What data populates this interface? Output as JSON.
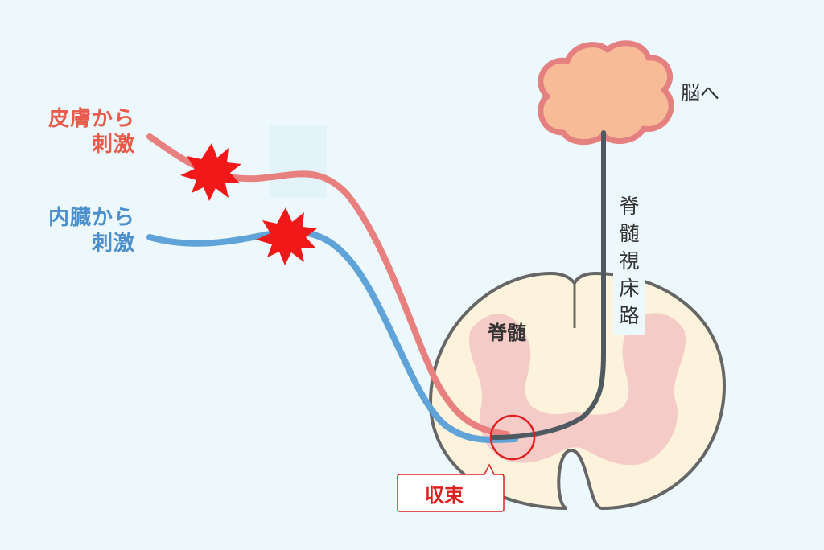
{
  "labels": {
    "skin_line1": "皮膚から",
    "skin_line2": "刺激",
    "visceral_line1": "内臓から",
    "visceral_line2": "刺激",
    "brain": "脳へ",
    "spinal_cord": "脊髄",
    "tract_chars": [
      "脊",
      "髄",
      "視",
      "床",
      "路"
    ],
    "convergence": "収束"
  },
  "colors": {
    "background": "#ecf8fc",
    "skin_nerve": "#e88080",
    "visceral_nerve": "#5fa3d8",
    "ascending_tract": "#505860",
    "brain_fill": "#f8bb98",
    "brain_outline": "#e58080",
    "cord_fill": "#fdf3dc",
    "gray_matter": "#f2c3c3",
    "burst": "#f01818",
    "highlight": "#e02020"
  },
  "icons": {
    "brain": "brain-icon",
    "stimulus": "burst-icon"
  }
}
